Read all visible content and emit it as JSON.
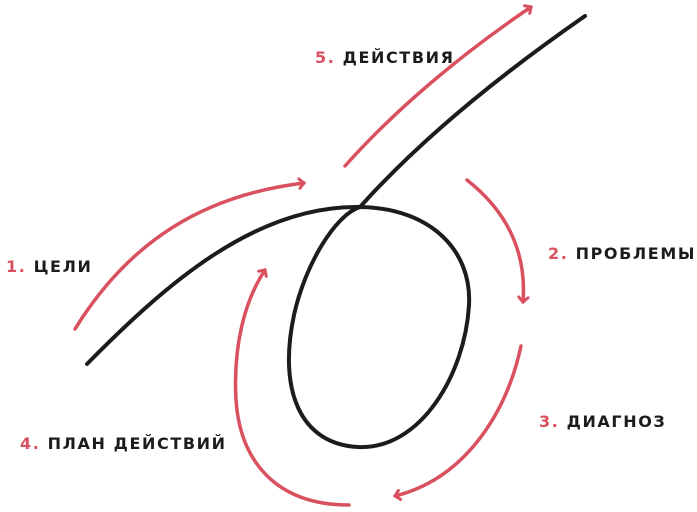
{
  "colors": {
    "accent": "#d9505f",
    "ink": "#1c1c1c",
    "background": "#ffffff"
  },
  "steps": [
    {
      "number": "1.",
      "label": "ЦЕЛИ"
    },
    {
      "number": "2.",
      "label": "ПРОБЛЕМЫ"
    },
    {
      "number": "3.",
      "label": "ДИАГНОЗ"
    },
    {
      "number": "4.",
      "label": "ПЛАН ДЕЙСТВИЙ"
    },
    {
      "number": "5.",
      "label": "ДЕЙСТВИЯ"
    }
  ]
}
